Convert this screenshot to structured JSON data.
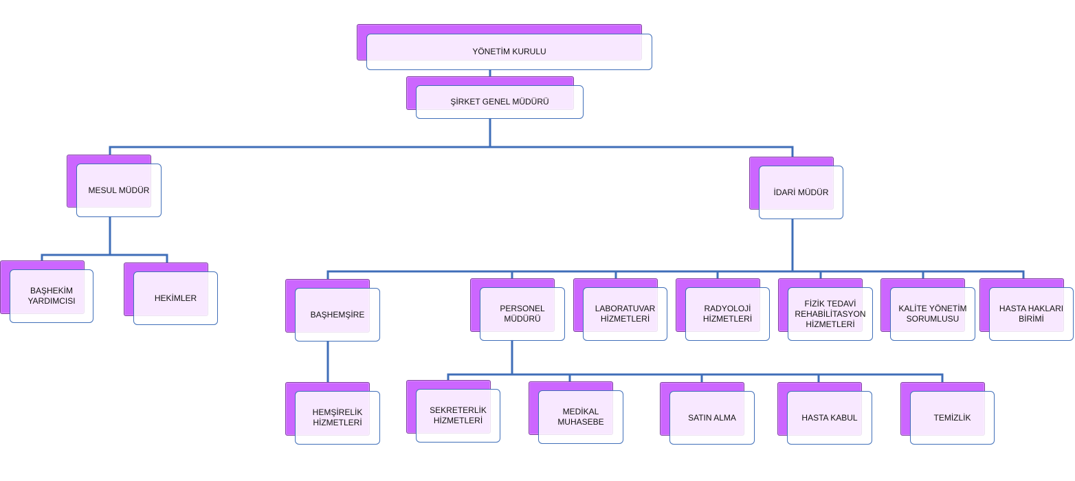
{
  "org_chart": {
    "yonetim_kurulu": "YÖNETİM KURULU",
    "genel_mudur": "ŞİRKET GENEL MÜDÜRÜ",
    "mesul_mudur": "MESUL MÜDÜR",
    "idari_mudur": "İDARİ MÜDÜR",
    "bashekim_yardimcisi": "BAŞHEKİM\nYARDIMCISI",
    "hekimler": "HEKİMLER",
    "bashemsire": "BAŞHEMŞİRE",
    "personel_muduru": "PERSONEL\nMÜDÜRÜ",
    "laboratuvar": "LABORATUVAR\nHİZMETLERİ",
    "radyoloji": "RADYOLOJİ\nHİZMETLERİ",
    "fizik_tedavi": "FİZİK TEDAVİ\nREHABİLİTASYON\nHİZMETLERİ",
    "kalite": "KALİTE YÖNETİM\nSORUMLUSU",
    "hasta_haklari": "HASTA HAKLARI\nBİRİMİ",
    "hemsirelik": "HEMŞİRELİK\nHİZMETLERİ",
    "sekreterlik": "SEKRETERLİK\nHİZMETLERİ",
    "medikal_muhasebe": "MEDİKAL\nMUHASEBE",
    "satin_alma": "SATIN ALMA",
    "hasta_kabul": "HASTA KABUL",
    "temizlik": "TEMİZLİK"
  },
  "colors": {
    "back_fill": "#cc66ff",
    "front_border": "#3f6eb8",
    "connector": "#3f6eb8"
  }
}
